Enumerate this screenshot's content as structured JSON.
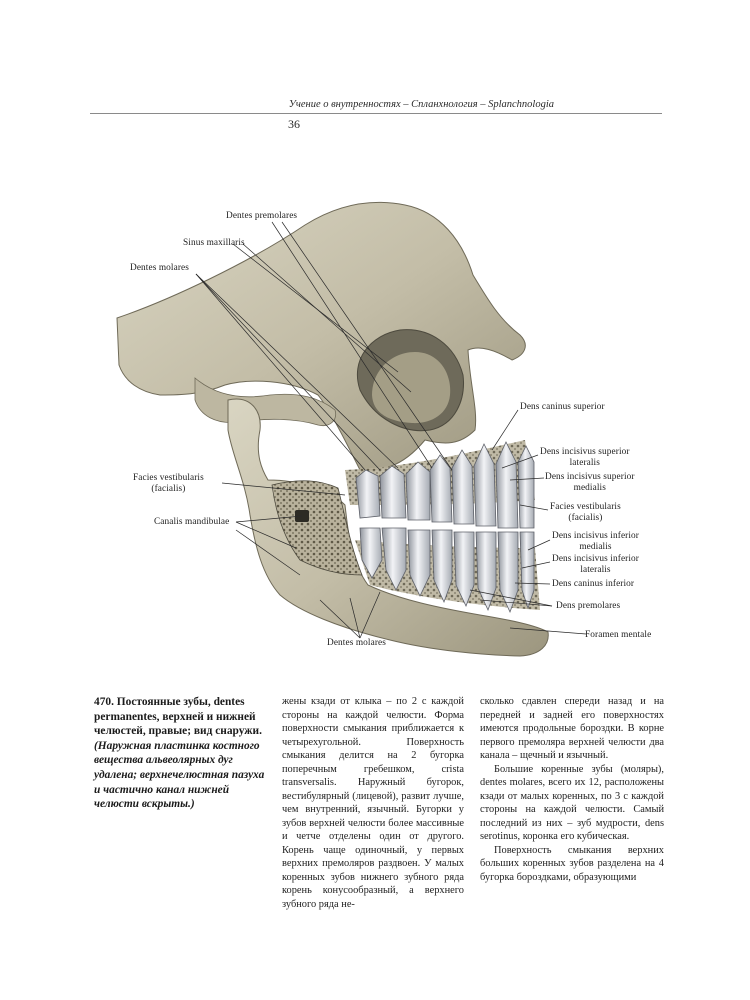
{
  "header": {
    "running_title": "Учение о внутренностях – Спланхнология – Splanchnologia",
    "page_number": "36"
  },
  "figure_labels": {
    "dentes_premolares_top": "Dentes premolares",
    "sinus_maxillaris": "Sinus maxillaris",
    "dentes_molares_top": "Dentes molares",
    "dens_caninus_superior": "Dens caninus superior",
    "dens_incisivus_superior_lateralis_1": "Dens incisivus superior",
    "dens_incisivus_superior_lateralis_2": "lateralis",
    "dens_incisivus_superior_medialis_1": "Dens incisivus superior",
    "dens_incisivus_superior_medialis_2": "medialis",
    "facies_vestibularis_left_1": "Facies vestibularis",
    "facies_vestibularis_left_2": "(facialis)",
    "facies_vestibularis_right_1": "Facies vestibularis",
    "facies_vestibularis_right_2": "(facialis)",
    "canalis_mandibulae": "Canalis mandibulae",
    "dens_incisivus_inferior_medialis_1": "Dens incisivus inferior",
    "dens_incisivus_inferior_medialis_2": "medialis",
    "dens_incisivus_inferior_lateralis_1": "Dens incisivus inferior",
    "dens_incisivus_inferior_lateralis_2": "lateralis",
    "dens_caninus_inferior": "Dens caninus inferior",
    "dentes_premolares_bottom": "Dens premolares",
    "foramen_mentale": "Foramen mentale",
    "dentes_molares_bottom": "Dentes molares"
  },
  "caption": {
    "title": "470. Постоянные зубы, dentes permanentes, верхней и нижней челюстей, правые; вид снаружи.",
    "note": "(Наружная пластинка костного вещества альвеолярных дуг удалена; верхнечелюстная пазуха и частично канал нижней челюсти вскрыты.)"
  },
  "column_middle": {
    "p1": "жены кзади от клыка – по 2 с каждой стороны на каждой челюсти. Форма поверхности смыкания приближается к четырехугольной. Поверхность смыкания делится на 2 бугорка поперечным гребешком, crista transversalis. Наружный бугорок, вестибулярный (лицевой), развит лучше, чем внутренний, язычный. Бугорки у зубов верхней челюсти более массивные и четче отделены один от другого. Корень чаще одиночный, у первых верхних премоляров раздвоен. У малых коренных зубов нижнего зубного ряда корень конусообразный, а верхнего зубного ряда не-"
  },
  "column_right": {
    "p1": "сколько сдавлен спереди назад и на передней и задней его поверхностях имеются продольные бороздки. В корне первого премоляра верхней челюсти два канала – щечный и язычный.",
    "p2": "Большие коренные зубы (моляры), dentes molares, всего их 12, расположены кзади от малых коренных, по 3 с каждой стороны на каждой челюсти. Самый последний из них – зуб мудрости, dens serotinus, коронка его кубическая.",
    "p3": "Поверхность смыкания верхних больших коренных зубов разделена на 4 бугорка бороздками, образующими"
  },
  "colors": {
    "bone": "#cbc6b2",
    "bone_shadow": "#7d7866",
    "tooth": "#e8eaee",
    "tooth_shade": "#9ea3ab"
  }
}
